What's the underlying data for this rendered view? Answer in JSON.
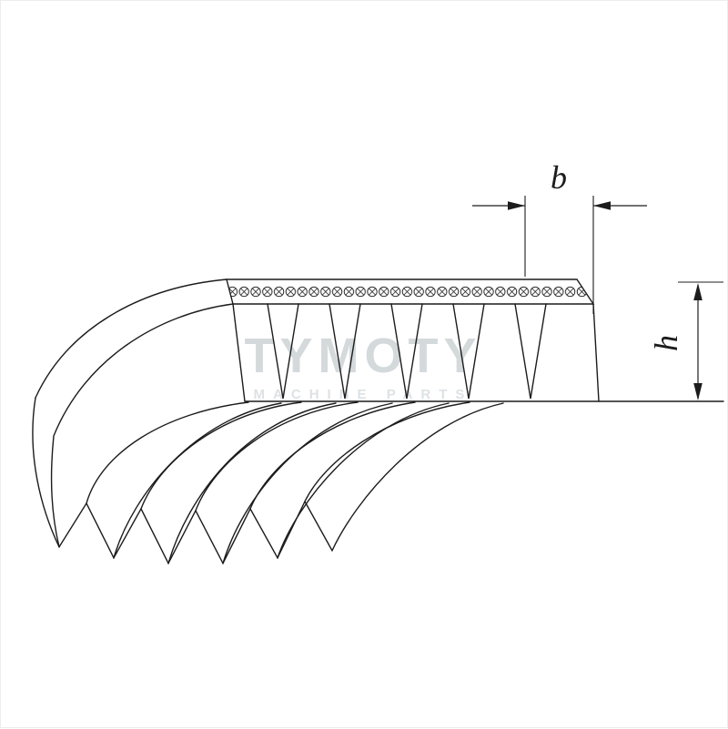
{
  "diagram": {
    "type": "ribbed-v-belt-technical-drawing",
    "dimension_b_label": "b",
    "dimension_h_label": "h"
  },
  "watermark": {
    "title": "TYMOTY",
    "subtitle": "MACHINE PARTS"
  },
  "colors": {
    "line": "#1c1c1c",
    "watermark_title": "#d4d9db",
    "watermark_subtitle": "#dde2e4",
    "background": "#ffffff"
  }
}
